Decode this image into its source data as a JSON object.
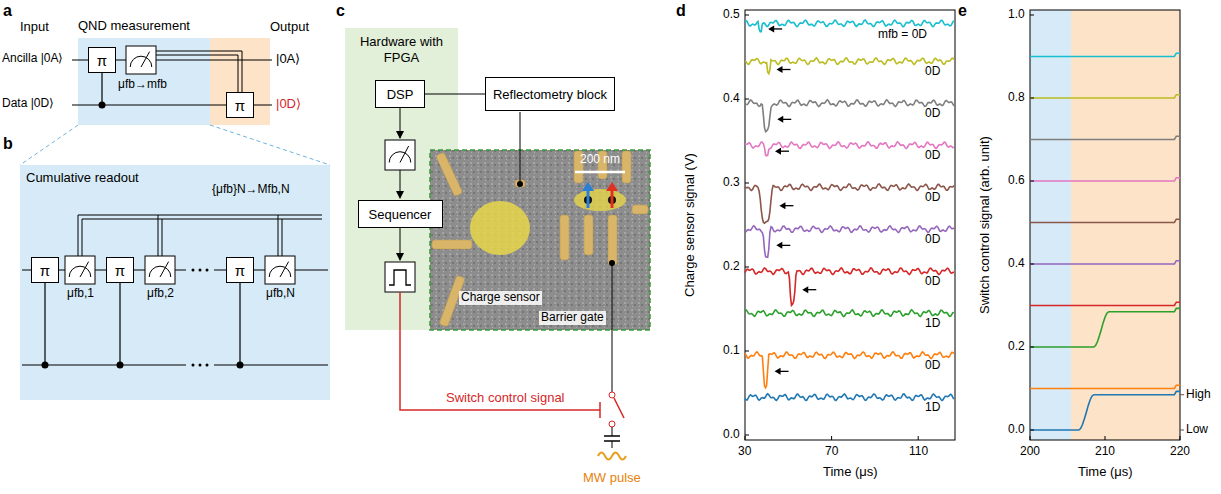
{
  "diagram": {
    "nodes": [
      {
        "text": [
          "QND measurement"
        ]
      },
      {
        "text": [
          "π"
        ],
        "in": 0
      },
      {
        "text": [
          "π"
        ]
      },
      {
        "text": [
          "Cumulative readout"
        ]
      },
      {
        "text": [
          "π"
        ],
        "in": 3
      },
      {
        "text": [
          "π"
        ],
        "in": 3
      },
      {
        "text": [
          "π"
        ],
        "in": 3
      },
      {
        "text": [
          "Hardware with FPGA"
        ]
      },
      {
        "text": [
          "DSP"
        ],
        "in": 7
      },
      {
        "text": [
          "Sequencer"
        ],
        "in": 7
      },
      {
        "text": [
          "Reflectometry block"
        ]
      }
    ],
    "edges": [
      {
        "from": 8,
        "to": 10,
        "arrow": "none"
      }
    ],
    "labels": [
      "a",
      "Input",
      "Output",
      "Ancilla |0A⟩",
      "Data |0D⟩",
      "μfb→mfb",
      "|0A⟩",
      "|0D⟩",
      "b",
      "{μfb}N→Mfb,N",
      "μfb,1",
      "μfb,2",
      "μfb,N",
      "c",
      "200 nm",
      "Charge sensor",
      "Barrier gate",
      "Switch control signal",
      "MW pulse",
      "d",
      "Charge sensor signal (V)",
      "0.5",
      "0.4",
      "0.3",
      "0.2",
      "0.1",
      "0.0",
      "30",
      "70",
      "110",
      "Time (μs)",
      "mfb = 0D",
      "0D",
      "0D",
      "0D",
      "0D",
      "0D",
      "0D",
      "1D",
      "0D",
      "1D",
      "e",
      "Switch control signal (arb. unit)",
      "1.0",
      "0.8",
      "0.6",
      "0.4",
      "0.2",
      "0.0",
      "200",
      "210",
      "220",
      "Time (μs)",
      "High",
      "Low"
    ]
  }
}
